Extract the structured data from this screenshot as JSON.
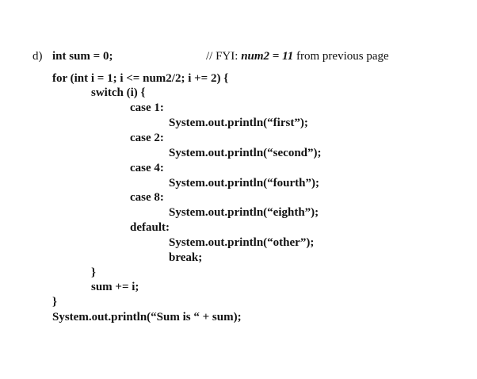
{
  "question": {
    "label": "d)",
    "lines": [
      "int sum = 0;",
      "for (int i = 1; i <= num2/2; i += 2) {",
      "switch (i) {",
      "case 1:",
      "System.out.println(“first”);",
      "case 2:",
      "System.out.println(“second”);",
      "case 4:",
      "System.out.println(“fourth”);",
      "case 8:",
      "System.out.println(“eighth”);",
      "default:",
      "System.out.println(“other”);",
      "break;",
      "}",
      "sum += i;",
      "}",
      "System.out.println(“Sum is “ + sum);"
    ],
    "comment": {
      "prefix": "// FYI: ",
      "var_expr": "num2 = 11",
      "suffix": " from previous page"
    }
  }
}
